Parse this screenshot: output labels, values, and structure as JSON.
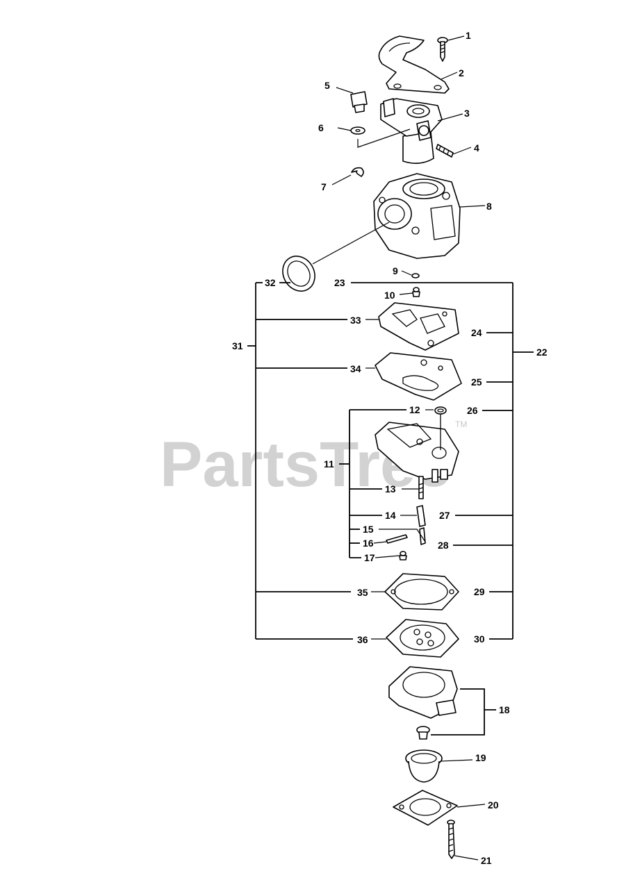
{
  "watermark": {
    "text": "PartsTree",
    "tm": "TM"
  },
  "callouts": {
    "c1": "1",
    "c2": "2",
    "c3": "3",
    "c4": "4",
    "c5": "5",
    "c6": "6",
    "c7": "7",
    "c8": "8",
    "c9": "9",
    "c10": "10",
    "c11": "11",
    "c12": "12",
    "c13": "13",
    "c14": "14",
    "c15": "15",
    "c16": "16",
    "c17": "17",
    "c18": "18",
    "c19": "19",
    "c20": "20",
    "c21": "21",
    "c22": "22",
    "c23": "23",
    "c24": "24",
    "c25": "25",
    "c26": "26",
    "c27": "27",
    "c28": "28",
    "c29": "29",
    "c30": "30",
    "c31": "31",
    "c32": "32",
    "c33": "33",
    "c34": "34",
    "c35": "35",
    "c36": "36"
  }
}
